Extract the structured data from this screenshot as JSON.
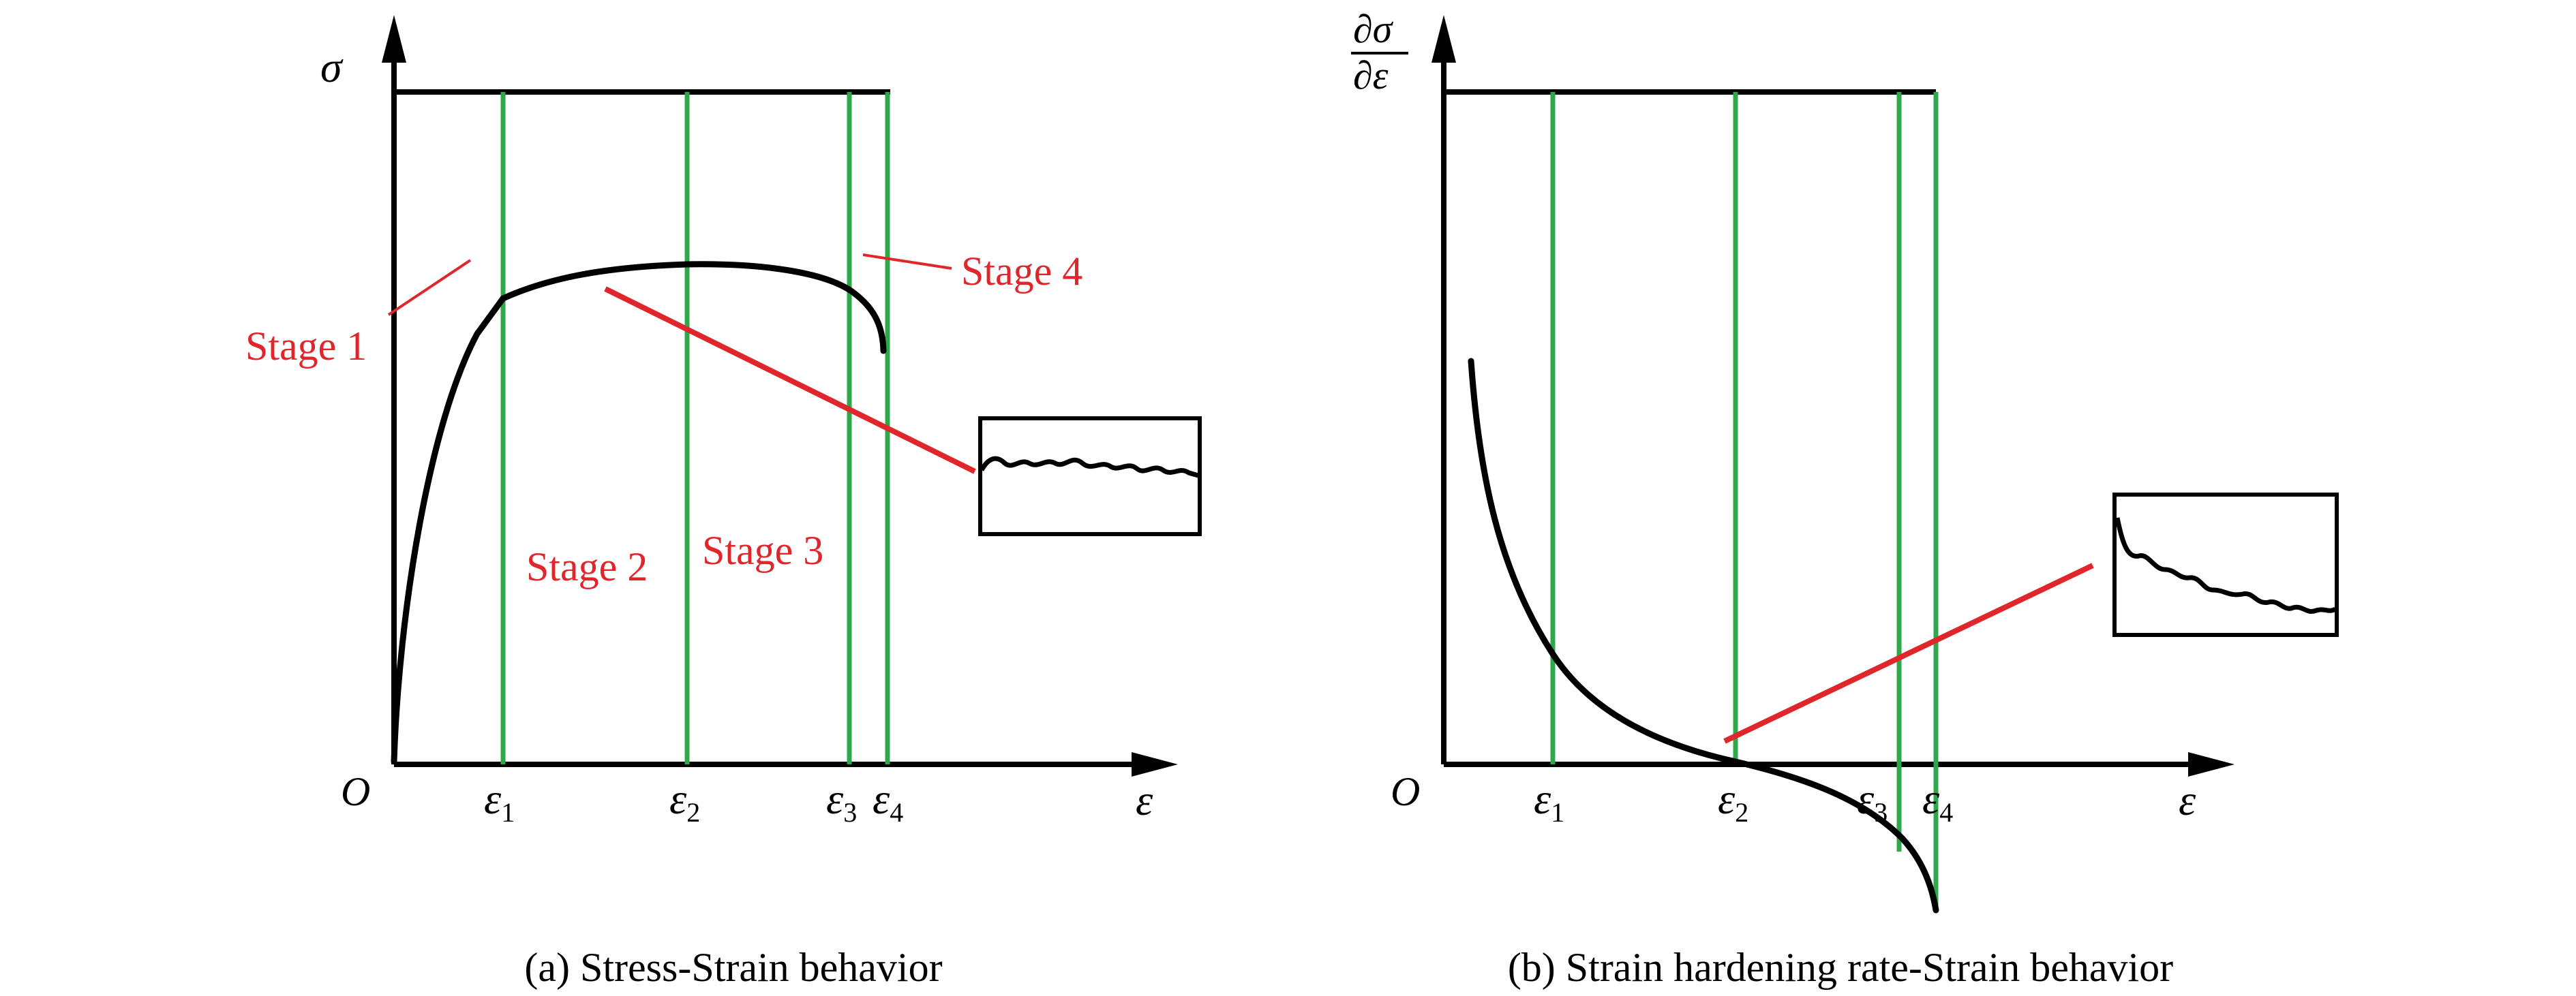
{
  "colors": {
    "axis": "#000000",
    "boundary_line": "#2ea84a",
    "annotation": "#e0262a",
    "curve": "#000000"
  },
  "panel_a": {
    "caption": "(a) Stress-Strain behavior",
    "y_axis_symbol": "σ",
    "x_axis_symbol": "ε",
    "origin": "O",
    "strain_marks": [
      {
        "base": "ε",
        "sub": "1"
      },
      {
        "base": "ε",
        "sub": "2"
      },
      {
        "base": "ε",
        "sub": "3"
      },
      {
        "base": "ε",
        "sub": "4"
      }
    ],
    "stages": [
      "Stage 1",
      "Stage 2",
      "Stage 3",
      "Stage 4"
    ],
    "inset": "serrated-flow-zoom"
  },
  "panel_b": {
    "caption": "(b) Strain hardening rate-Strain behavior",
    "y_axis_symbol_num": "∂σ",
    "y_axis_symbol_den": "∂ε",
    "x_axis_symbol": "ε",
    "origin": "O",
    "strain_marks": [
      {
        "base": "ε",
        "sub": "1"
      },
      {
        "base": "ε",
        "sub": "2"
      },
      {
        "base": "ε",
        "sub": "3"
      },
      {
        "base": "ε",
        "sub": "4"
      }
    ],
    "inset": "serrated-rate-zoom"
  }
}
